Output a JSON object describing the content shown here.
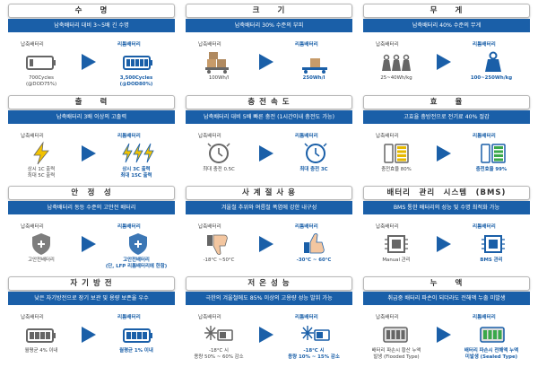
{
  "colors": {
    "accent": "#1a5fa8",
    "title_border": "#b7b7b7",
    "icon_gray": "#666666"
  },
  "panels": [
    {
      "title": "수　　명",
      "subtitle": "납축배터리 대비 3~5배 긴 수명",
      "left_label": "납축배터리",
      "right_label": "리튬배터리",
      "left_icon": "battery-low-icon",
      "right_icon": "battery-full-icon",
      "left_desc_1": "700Cycles",
      "left_desc_2": "(@DOD75%)",
      "right_desc_1": "3,500Cycles",
      "right_desc_2": "(@DOD80%)"
    },
    {
      "title": "크　　기",
      "subtitle": "납축배터리 30% 수준의 부피",
      "left_label": "납축배터리",
      "right_label": "리튬배터리",
      "left_icon": "boxes-cart-icon",
      "right_icon": "box-cart-icon",
      "left_desc_1": "100Wh/l",
      "left_desc_2": "",
      "right_desc_1": "250Wh/l",
      "right_desc_2": ""
    },
    {
      "title": "무　　게",
      "subtitle": "납축배터리 40% 수준의 무게",
      "left_label": "납축배터리",
      "right_label": "리튬배터리",
      "left_icon": "weights-icon",
      "right_icon": "weight-icon",
      "left_desc_1": "25~40Wh/kg",
      "left_desc_2": "",
      "right_desc_1": "100~250Wh/kg",
      "right_desc_2": ""
    },
    {
      "title": "출　　력",
      "subtitle": "납축배터리 3배 이상의 고출력",
      "left_label": "납축배터리",
      "right_label": "리튬배터리",
      "left_icon": "lightning-icon",
      "right_icon": "triple-lightning-icon",
      "left_desc_1": "상시 1C 출력",
      "left_desc_2": "최대 5C 출력",
      "right_desc_1": "상시 3C 출력",
      "right_desc_2": "최대 15C 출력"
    },
    {
      "title": "충 전 속 도",
      "subtitle": "납축배터리 대비 5배 빠른 충전 (1시간이내 충전도 가능)",
      "left_label": "납축배터리",
      "right_label": "리튬배터리",
      "left_icon": "clock-charge-icon",
      "right_icon": "clock-fast-charge-icon",
      "left_desc_1": "최대 충전 0.5C",
      "left_desc_2": "",
      "right_desc_1": "최대 충전 3C",
      "right_desc_2": ""
    },
    {
      "title": "효　　율",
      "subtitle": "고효율 충방전으로 전기료 40% 절감",
      "left_label": "납축배터리",
      "right_label": "리튬배터리",
      "left_icon": "battery-efficiency-low-icon",
      "right_icon": "battery-efficiency-high-icon",
      "left_desc_1": "충전효율 80%",
      "left_desc_2": "",
      "right_desc_1": "충전효율 99%",
      "right_desc_2": ""
    },
    {
      "title": "안　정　성",
      "subtitle": "납축배터리 동등 수준의 고안전 배터리",
      "left_label": "납축배터리",
      "right_label": "리튬배터리",
      "left_icon": "shield-gray-icon",
      "right_icon": "shield-blue-icon",
      "left_desc_1": "고안전배터리",
      "left_desc_2": "",
      "right_desc_1": "고안전배터리",
      "right_desc_2": "(단, LFP 리튬배터리에 한함)"
    },
    {
      "title": "사 계 절 사 용",
      "subtitle": "겨울철 추위와 여름철 폭염에 강한 내구성",
      "left_label": "납축배터리",
      "right_label": "리튬배터리",
      "left_icon": "thumbs-down-icon",
      "right_icon": "thumbs-up-icon",
      "left_desc_1": "-18°C ~50°C",
      "left_desc_2": "",
      "right_desc_1": "-30°C ~ 60°C",
      "right_desc_2": ""
    },
    {
      "title": "배터리　관리　시스템　(BMS)",
      "subtitle": "BMS 통한 배터리의 성능 및 수명 최적화 가능",
      "left_label": "납축배터리",
      "right_label": "리튬배터리",
      "left_icon": "chip-gray-icon",
      "right_icon": "chip-blue-icon",
      "left_desc_1": "Manual 관리",
      "left_desc_2": "",
      "right_desc_1": "BMS 관리",
      "right_desc_2": ""
    },
    {
      "title": "자 기 방 전",
      "subtitle": "낮은 자기방전으로 장기 보관 및 용량 보존율 우수",
      "left_label": "납축배터리",
      "right_label": "리튬배터리",
      "left_icon": "battery-discharge-gray-icon",
      "right_icon": "battery-discharge-blue-icon",
      "left_desc_1": "월평균 4% 이내",
      "left_desc_2": "",
      "right_desc_1": "월평균 1% 이내",
      "right_desc_2": ""
    },
    {
      "title": "저 온 성 능",
      "subtitle": "극한의 겨울철에도 85% 이상의 고용량 성능 발휘 가능",
      "left_label": "납축배터리",
      "right_label": "리튬배터리",
      "left_icon": "snowflake-battery-gray-icon",
      "right_icon": "snowflake-battery-blue-icon",
      "left_desc_1": "-18°C 시",
      "left_desc_2": "용량 50% ~ 60% 감소",
      "right_desc_1": "-18°C 시",
      "right_desc_2": "용량 10% ~ 15% 감소"
    },
    {
      "title": "누　　액",
      "subtitle": "취급중 배터리 파손이 되더라도 전해액 누출 미발생",
      "left_label": "납축배터리",
      "right_label": "리튬배터리",
      "left_icon": "battery-leak-gray-icon",
      "right_icon": "battery-sealed-blue-icon",
      "left_desc_1": "배터리 파손시 황산 누액",
      "left_desc_2": "발생 (Flooded Type)",
      "right_desc_1": "배터리 파손시 전해액 누액",
      "right_desc_2": "미발생 (Sealed Type)"
    }
  ]
}
